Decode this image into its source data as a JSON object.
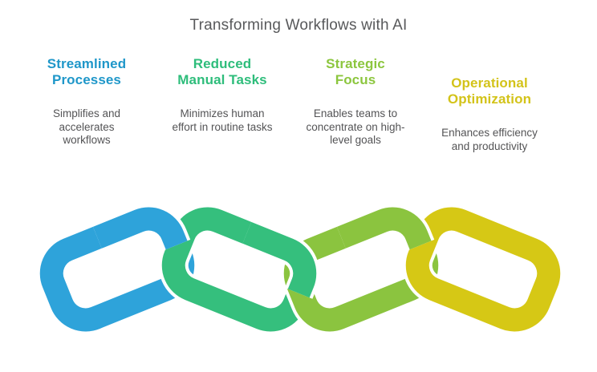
{
  "title": "Transforming Workflows with AI",
  "columns": [
    {
      "heading": "Streamlined Processes",
      "description": "Simplifies and accelerates workflows",
      "color": "#1F97C9"
    },
    {
      "heading": "Reduced Manual Tasks",
      "description": "Minimizes human effort in routine tasks",
      "color": "#2EBD7B"
    },
    {
      "heading": "Strategic Focus",
      "description": "Enables teams to concentrate on high-level goals",
      "color": "#8CC63E"
    },
    {
      "heading": "Operational Optimization",
      "description": "Enhances efficiency and productivity",
      "color": "#D3C319"
    }
  ],
  "chain": {
    "outline_color": "#FFFFFF",
    "links": [
      {
        "label": "streamlined-processes",
        "color": "#2EA3DA"
      },
      {
        "label": "reduced-manual-tasks",
        "color": "#35BF7D"
      },
      {
        "label": "strategic-focus",
        "color": "#8BC43F"
      },
      {
        "label": "operational-optimization",
        "color": "#D6C815"
      }
    ]
  }
}
